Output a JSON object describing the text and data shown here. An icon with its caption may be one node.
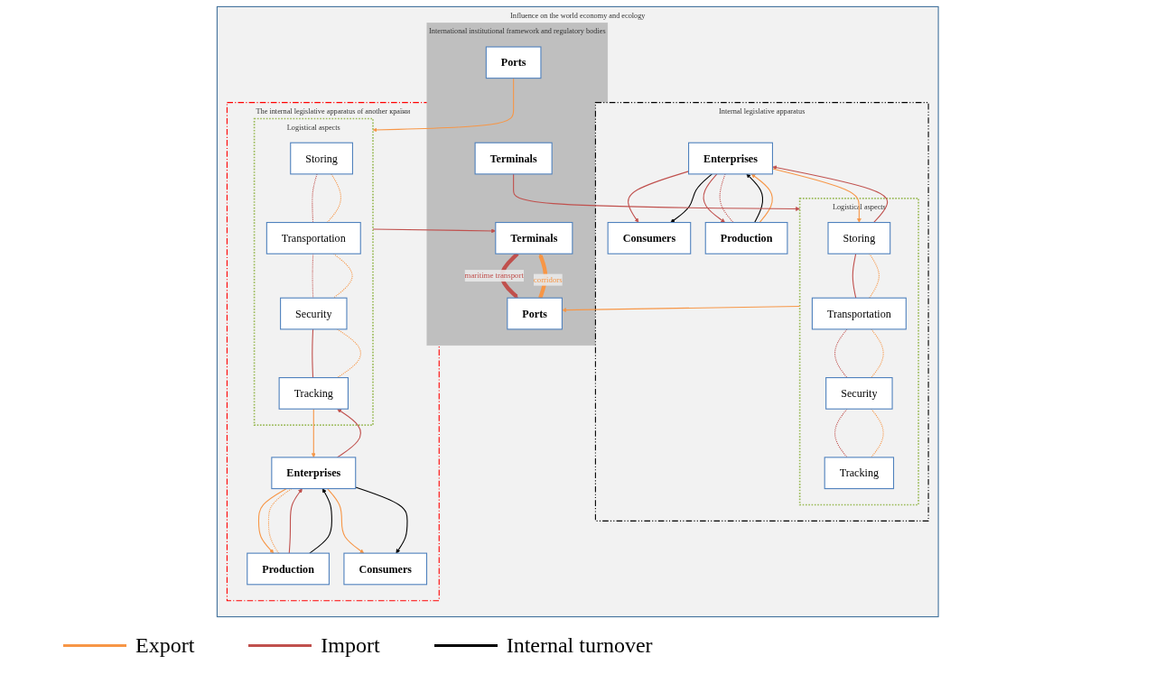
{
  "diagram": {
    "nodes": [
      {
        "text": [
          "Influence on the world economy and ecology"
        ]
      },
      {
        "text": [
          "Internal legislative apparatus"
        ],
        "in": 0
      },
      {
        "text": [
          "Consumers"
        ],
        "in": 1
      },
      {
        "text": [
          "Production"
        ],
        "in": 1
      },
      {
        "text": [
          "Enterprises"
        ],
        "in": 1
      },
      {
        "text": [
          "Logistical aspects"
        ],
        "in": 1
      },
      {
        "text": [
          "Storing"
        ],
        "in": 5
      },
      {
        "text": [
          "Transportation"
        ],
        "in": 5
      },
      {
        "text": [
          "Security"
        ],
        "in": 5
      },
      {
        "text": [
          "Tracking"
        ],
        "in": 5
      },
      {
        "text": [
          "International institutional framework and regulatory bodies"
        ],
        "in": 0
      },
      {
        "text": [
          "Ports"
        ],
        "in": 10
      },
      {
        "text": [
          "Terminals"
        ],
        "in": 10
      },
      {
        "text": [
          "Ports"
        ],
        "in": 10
      },
      {
        "text": [
          "Terminals"
        ],
        "in": 10
      },
      {
        "text": [
          "The internal legislative apparatus of another країни"
        ],
        "in": 0
      },
      {
        "text": [
          "Logistical aspects"
        ],
        "in": 15
      },
      {
        "text": [
          "Storing"
        ],
        "in": 16
      },
      {
        "text": [
          "Transportation"
        ],
        "in": 16
      },
      {
        "text": [
          "Security"
        ],
        "in": 16
      },
      {
        "text": [
          "Tracking"
        ],
        "in": 16
      },
      {
        "text": [
          "Enterprises"
        ],
        "in": 15
      },
      {
        "text": [
          "Production"
        ],
        "in": 15
      },
      {
        "text": [
          "Consumers"
        ],
        "in": 15
      }
    ],
    "edges": [
      {
        "from": 4,
        "to": 2,
        "arrow": "to",
        "color": "#c0504d"
      },
      {
        "from": 4,
        "to": 2,
        "arrow": "to",
        "color": "#000000"
      },
      {
        "from": 3,
        "to": 4,
        "arrow": "to",
        "color": "#000000"
      },
      {
        "from": 4,
        "to": 3,
        "arrow": "to",
        "color": "#c0504d"
      },
      {
        "from": 3,
        "to": 4,
        "arrow": "to",
        "color": "#f79646"
      },
      {
        "from": 4,
        "to": 3,
        "arrow": "none",
        "style": "dashed",
        "color": "#c0504d"
      },
      {
        "from": 6,
        "to": 4,
        "arrow": "to",
        "color": "#c0504d"
      },
      {
        "from": 4,
        "to": 6,
        "arrow": "to",
        "color": "#f79646"
      },
      {
        "from": 6,
        "to": 7,
        "arrow": "none",
        "color": "#c0504d"
      },
      {
        "from": 6,
        "to": 7,
        "arrow": "none",
        "style": "dashed",
        "color": "#f79646"
      },
      {
        "from": 7,
        "to": 8,
        "arrow": "none",
        "style": "dashed",
        "color": "#c0504d"
      },
      {
        "from": 7,
        "to": 8,
        "arrow": "none",
        "style": "dashed",
        "color": "#f79646"
      },
      {
        "from": 8,
        "to": 9,
        "arrow": "none",
        "style": "dashed",
        "color": "#c0504d"
      },
      {
        "from": 8,
        "to": 9,
        "arrow": "none",
        "style": "dashed",
        "color": "#f79646"
      },
      {
        "from": 5,
        "to": 13,
        "arrow": "to",
        "color": "#f79646"
      },
      {
        "from": 14,
        "to": 5,
        "arrow": "to",
        "color": "#c0504d"
      },
      {
        "from": 11,
        "to": 16,
        "arrow": "to",
        "color": "#f79646"
      },
      {
        "from": 16,
        "to": 12,
        "arrow": "to",
        "color": "#c0504d"
      },
      {
        "from": 12,
        "to": 13,
        "arrow": "to",
        "label": "maritime transport",
        "style": "thick",
        "color": "#c0504d"
      },
      {
        "from": 13,
        "to": 12,
        "arrow": "to",
        "label": "corridors",
        "style": "thick",
        "color": "#f79646"
      },
      {
        "from": 17,
        "to": 18,
        "arrow": "none",
        "style": "dashed",
        "color": "#c0504d"
      },
      {
        "from": 17,
        "to": 18,
        "arrow": "none",
        "style": "dashed",
        "color": "#f79646"
      },
      {
        "from": 18,
        "to": 19,
        "arrow": "none",
        "style": "dashed",
        "color": "#c0504d"
      },
      {
        "from": 18,
        "to": 19,
        "arrow": "none",
        "style": "dashed",
        "color": "#f79646"
      },
      {
        "from": 19,
        "to": 20,
        "arrow": "none",
        "color": "#c0504d"
      },
      {
        "from": 19,
        "to": 20,
        "arrow": "none",
        "style": "dashed",
        "color": "#f79646"
      },
      {
        "from": 21,
        "to": 20,
        "arrow": "to",
        "color": "#c0504d"
      },
      {
        "from": 20,
        "to": 21,
        "arrow": "to",
        "color": "#f79646"
      },
      {
        "from": 22,
        "to": 21,
        "arrow": "to",
        "color": "#c0504d"
      },
      {
        "from": 21,
        "to": 22,
        "arrow": "to",
        "color": "#f79646"
      },
      {
        "from": 21,
        "to": 23,
        "arrow": "to",
        "color": "#f79646"
      },
      {
        "from": 21,
        "to": 22,
        "arrow": "none",
        "style": "dashed",
        "color": "#f79646"
      },
      {
        "from": 21,
        "to": 23,
        "arrow": "to",
        "color": "#000000"
      },
      {
        "from": 22,
        "to": 21,
        "arrow": "to",
        "color": "#000000"
      }
    ],
    "legend": [
      {
        "text": "Export",
        "color": "#f79646"
      },
      {
        "text": "Import",
        "color": "#c0504d"
      },
      {
        "text": "Internal turnover",
        "color": "#000000"
      }
    ]
  }
}
